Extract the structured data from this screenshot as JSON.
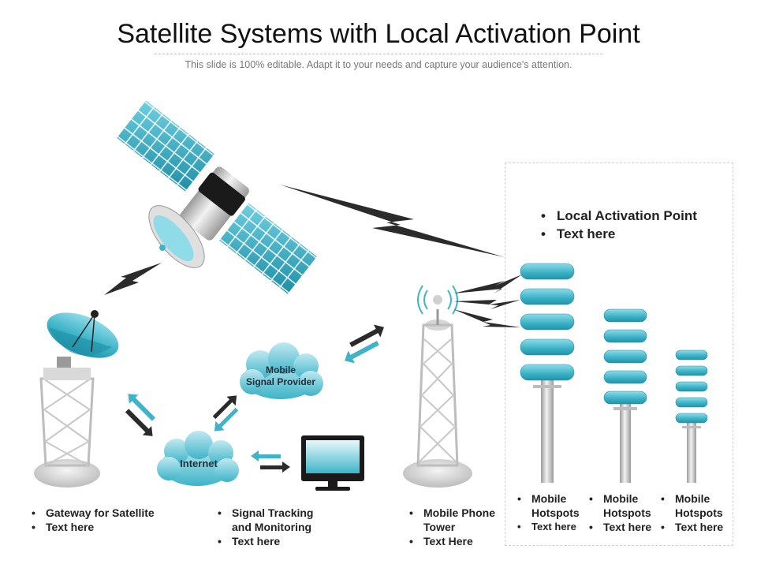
{
  "header": {
    "title": "Satellite Systems with Local Activation Point",
    "subtitle": "This slide is 100% editable. Adapt it to your needs and capture your audience's attention."
  },
  "clouds": {
    "provider_line1": "Mobile",
    "provider_line2": "Signal Provider",
    "internet": "Internet"
  },
  "local_activation": {
    "item1": "Local Activation Point",
    "item2": "Text here"
  },
  "captions": {
    "gateway": {
      "item1": "Gateway for Satellite",
      "item2": "Text here"
    },
    "tracking": {
      "item1_line1": "Signal Tracking",
      "item1_line2": "and Monitoring",
      "item2": "Text here"
    },
    "tower": {
      "item1_line1": "Mobile Phone",
      "item1_line2": "Tower",
      "item2": "Text Here"
    },
    "hotspot1": {
      "item1_line1": "Mobile",
      "item1_line2": "Hotspots",
      "item2": "Text here"
    },
    "hotspot2": {
      "item1_line1": "Mobile",
      "item1_line2": "Hotspots",
      "item2": "Text here"
    },
    "hotspot3": {
      "item1_line1": "Mobile",
      "item1_line2": "Hotspots",
      "item2": "Text here"
    }
  },
  "colors": {
    "accent": "#3fb4c8",
    "accent_dark": "#1e8fa6",
    "arrow_dark": "#2b2b2b",
    "metal": "#c8c8c8"
  },
  "icons": [
    "satellite-icon",
    "satellite-dish-icon",
    "tower-icon",
    "cloud-icon",
    "monitor-icon",
    "antenna-pole-icon",
    "lightning-signal-icon",
    "bidirectional-arrow-icon"
  ]
}
